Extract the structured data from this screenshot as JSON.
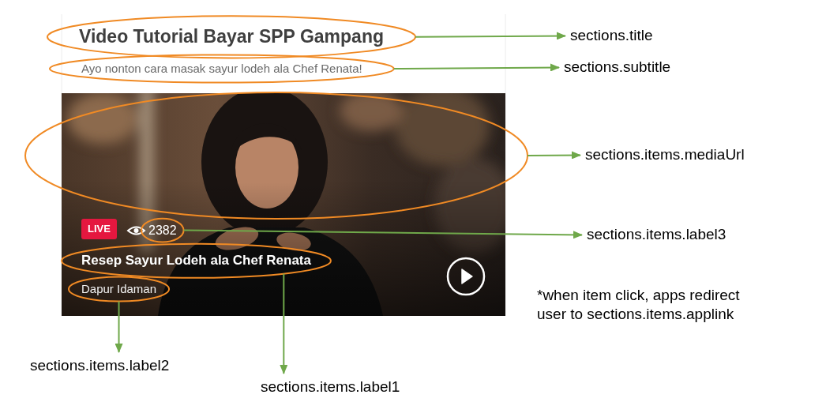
{
  "diagram": {
    "nodes": [
      {
        "text": [
          "LIVE"
        ]
      }
    ],
    "labels": [
      "Video Tutorial Bayar SPP Gampang",
      "Ayo nonton cara masak sayur lodeh ala Chef Renata!",
      "2382",
      "Resep Sayur Lodeh ala Chef Renata",
      "Dapur Idaman",
      "sections.title",
      "sections.subtitle",
      "sections.items.mediaUrl",
      "sections.items.label3",
      "*when item click, apps redirect user to sections.items.applink",
      "sections.items.label2",
      "sections.items.label1"
    ]
  }
}
